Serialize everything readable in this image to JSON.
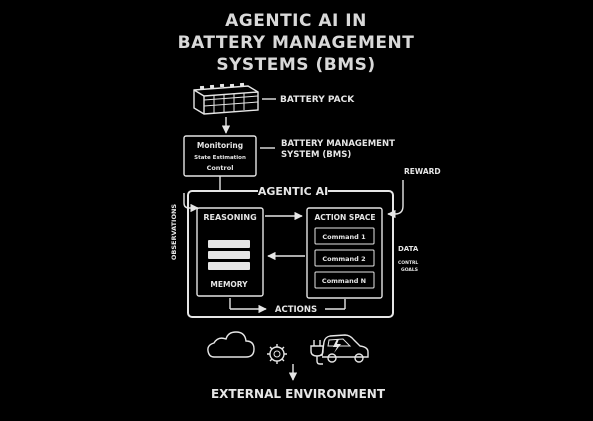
{
  "title": {
    "line1": "AGENTIC AI IN",
    "line2": "BATTERY MANAGEMENT",
    "line3": "SYSTEMS (BMS)"
  },
  "battery_pack": {
    "label": "BATTERY PACK"
  },
  "bms_box": {
    "line1": "Monitoring",
    "line2": "State Estimation",
    "line3": "Control"
  },
  "bms_label": {
    "line1": "BATTERY MANAGEMENT",
    "line2": "SYSTEM (BMS)"
  },
  "agentic_ai": {
    "label": "AGENTIC AI"
  },
  "reward": {
    "label": "REWARD"
  },
  "observations": {
    "label": "OBSERVATIONS"
  },
  "reasoning": {
    "label": "REASONING"
  },
  "memory": {
    "label": "MEMORY"
  },
  "action_space": {
    "label": "ACTION SPACE",
    "commands": [
      "Command 1",
      "Command 2",
      "Command N"
    ]
  },
  "data": {
    "label": "DATA"
  },
  "control_goals": {
    "line1": "CONTRL",
    "line2": "GOALS"
  },
  "actions": {
    "label": "ACTIONS"
  },
  "external_environment": {
    "label": "EXTERNAL ENVIRONMENT"
  },
  "icons": [
    "battery-pack-icon",
    "cloud-icon",
    "gear-icon",
    "ev-plug-icon",
    "electric-car-icon"
  ]
}
